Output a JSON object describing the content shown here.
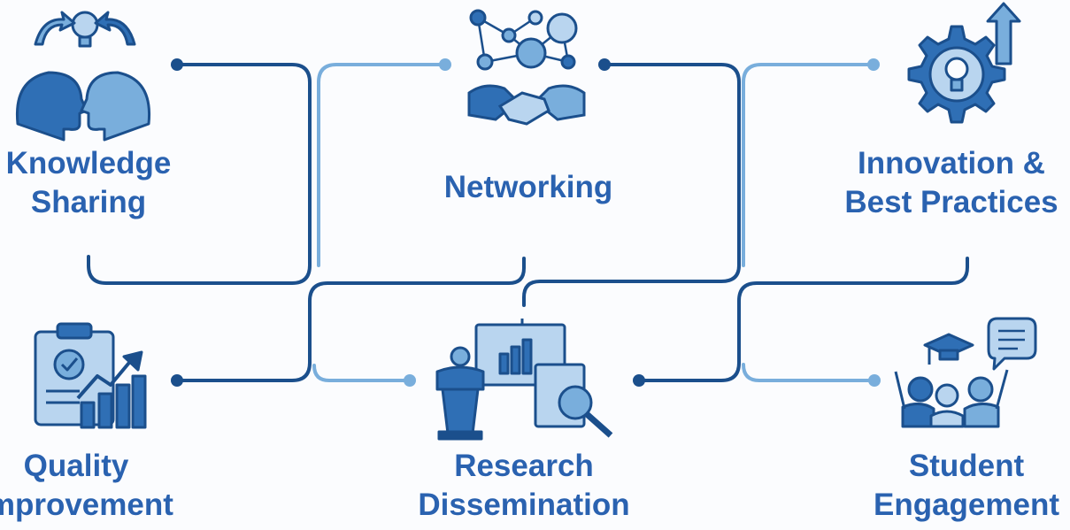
{
  "colors": {
    "dark_blue": "#1b4f8c",
    "mid_blue": "#2f6fb5",
    "light_blue": "#79aedc",
    "pale_blue": "#b9d5ef",
    "label": "#2a62b0",
    "background": "#fbfcfe"
  },
  "nodes": [
    {
      "id": "knowledge",
      "icon": "knowledge-sharing-icon",
      "label": [
        "Knowledge",
        "Sharing"
      ]
    },
    {
      "id": "networking",
      "icon": "networking-icon",
      "label": [
        "Networking"
      ]
    },
    {
      "id": "innovation",
      "icon": "innovation-icon",
      "label": [
        "Innovation &",
        "Best Practices"
      ]
    },
    {
      "id": "quality",
      "icon": "quality-improvement-icon",
      "label": [
        "Quality",
        "Improvement"
      ]
    },
    {
      "id": "research",
      "icon": "research-dissemination-icon",
      "label": [
        "Research",
        "Dissemination"
      ]
    },
    {
      "id": "student",
      "icon": "student-engagement-icon",
      "label": [
        "Student",
        "Engagement"
      ]
    }
  ]
}
